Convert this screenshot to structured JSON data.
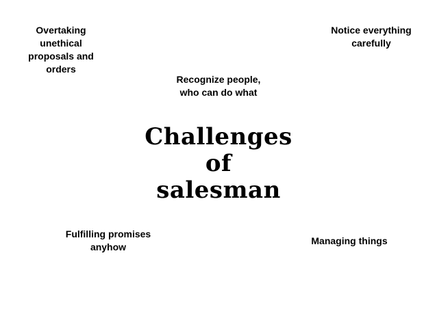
{
  "diagram": {
    "center_title": [
      "Challenges",
      "of",
      "salesman"
    ],
    "notes": {
      "top_left": [
        "Overtaking",
        "unethical",
        "proposals and",
        "orders"
      ],
      "top_right": [
        "Notice everything",
        "carefully"
      ],
      "center_top": [
        "Recognize people,",
        "who can do what"
      ],
      "bottom_left": [
        "Fulfilling promises",
        "anyhow"
      ],
      "bottom_right": [
        "Managing things"
      ]
    }
  }
}
